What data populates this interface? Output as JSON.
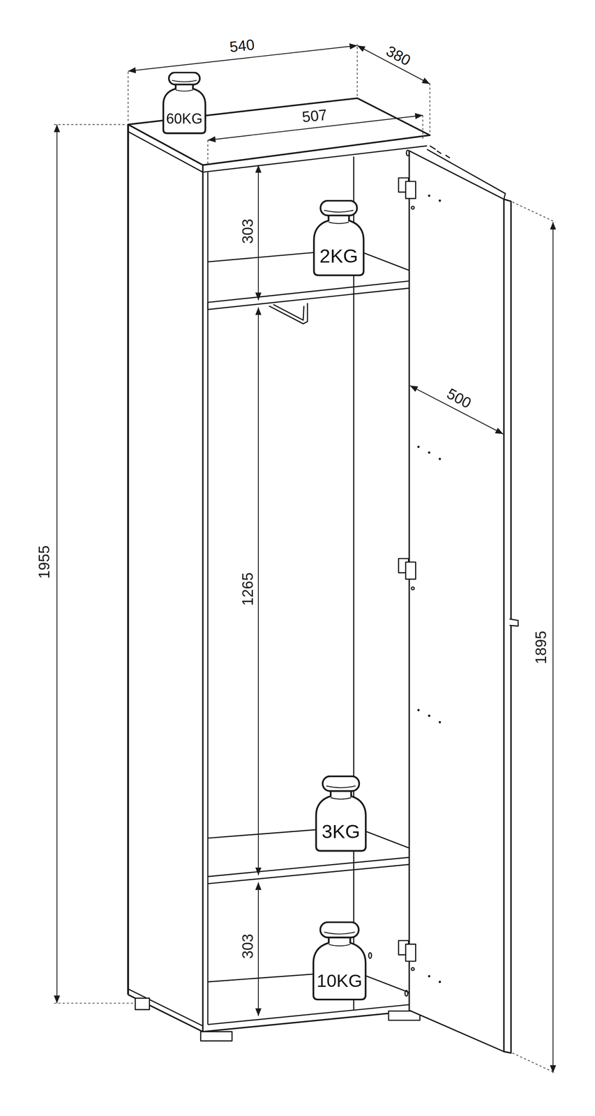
{
  "diagram": {
    "nodes": [
      {
        "text": [
          "60KG"
        ]
      },
      {
        "text": [
          "2KG"
        ]
      },
      {
        "text": [
          "3KG"
        ]
      },
      {
        "text": [
          "10KG"
        ]
      }
    ],
    "labels": [
      "540",
      "380",
      "507",
      "303",
      "500",
      "1955",
      "1265",
      "1895",
      "303"
    ]
  }
}
